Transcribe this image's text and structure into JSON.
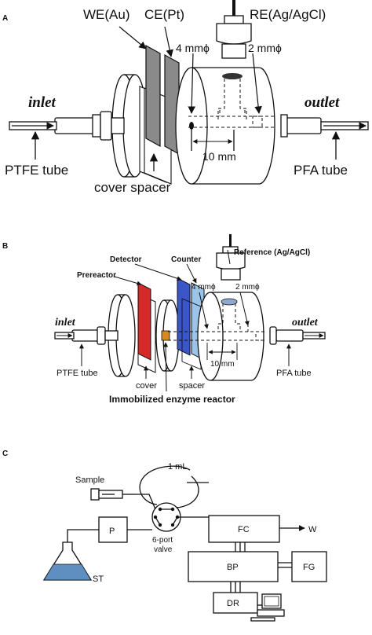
{
  "panel_a": {
    "letter": "A",
    "we_label": "WE(Au)",
    "ce_label": "CE(Pt)",
    "re_label": "RE(Ag/AgCl)",
    "dim_4": "4 mmϕ",
    "dim_2": "2 mmϕ",
    "dim_10": "10 mm",
    "inlet": "inlet",
    "outlet": "outlet",
    "ptfe": "PTFE tube",
    "pfa": "PFA tube",
    "cover_spacer": "cover spacer"
  },
  "panel_b": {
    "letter": "B",
    "reference": "Reference (Ag/AgCl)",
    "detector": "Detector",
    "counter": "Counter",
    "prereactor": "Prereactor",
    "dim_4": "4 mmϕ",
    "dim_2": "2 mmϕ",
    "dim_10": "10 mm",
    "inlet": "inlet",
    "outlet": "outlet",
    "ptfe": "PTFE tube",
    "pfa": "PFA tube",
    "cover": "cover",
    "spacer": "spacer",
    "enzyme_reactor": "Immobilized enzyme reactor",
    "colors": {
      "prereactor": "#d42a2a",
      "detector": "#3a56c8",
      "counter": "#9cc3e8",
      "enzyme": "#d98a1c",
      "reference_disk": "#8fa8cc"
    }
  },
  "panel_c": {
    "letter": "C",
    "loop": "1 mL",
    "sample": "Sample",
    "valve": "6-port\nvalve",
    "pump": "P",
    "fc": "FC",
    "waste": "W",
    "bp": "BP",
    "fg": "FG",
    "dr": "DR",
    "st": "ST",
    "colors": {
      "st_liquid": "#5f8fc0"
    }
  }
}
